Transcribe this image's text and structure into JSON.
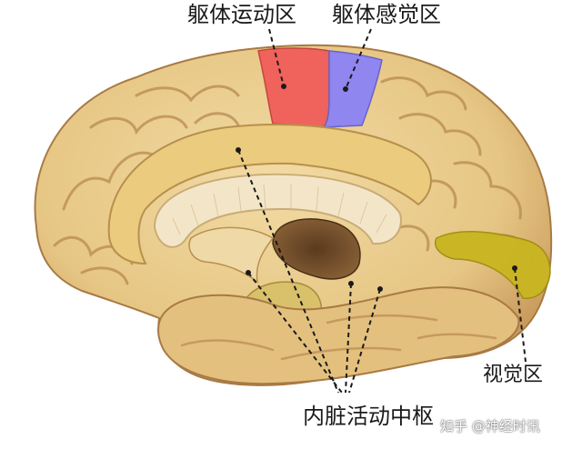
{
  "labels": {
    "motor": "躯体运动区",
    "sensory": "躯体感觉区",
    "visual": "视觉区",
    "visceral": "内脏活动中枢"
  },
  "watermark": "知乎 @神经时讯",
  "colors": {
    "cortex": "#E8C98A",
    "gyrus_shadow": "#C89A5A",
    "motor_area": "#F0625C",
    "sensory_area": "#8F86F0",
    "visual_area": "#C9B520",
    "corpus_callosum": "#F3E6C8",
    "ventricle": "#6A4A2A",
    "thalamus": "#D9C06A",
    "background": "#FFFFFF"
  }
}
